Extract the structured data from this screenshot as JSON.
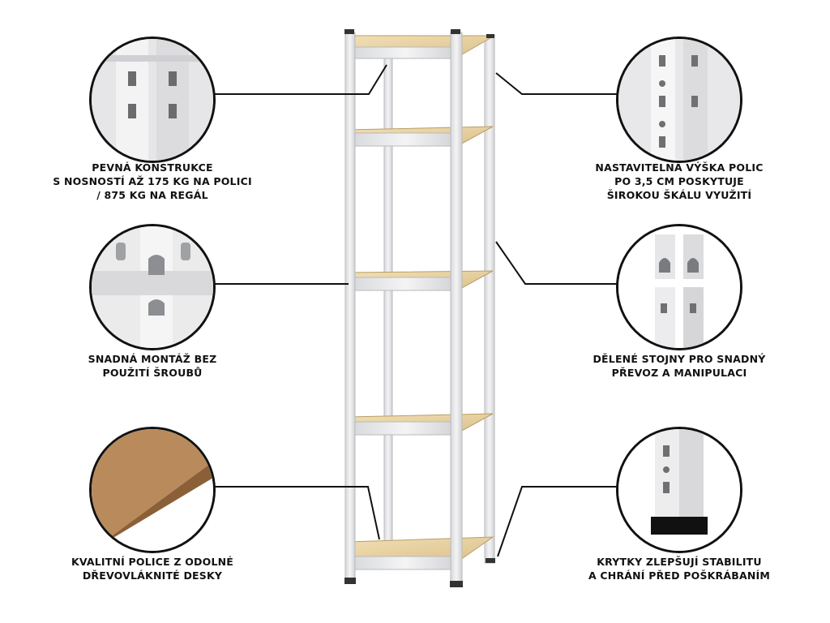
{
  "features": {
    "left_top": {
      "lines": [
        "PEVNÁ KONSTRUKCE",
        "S NOSNOSTÍ AŽ 175 KG NA POLICI",
        "/ 875 KG NA REGÁL"
      ],
      "icon": "metal-upright-detail"
    },
    "left_middle": {
      "lines": [
        "SNADNÁ MONTÁŽ BEZ",
        "POUŽITÍ ŠROUBŮ"
      ],
      "icon": "boltless-joint-detail"
    },
    "left_bottom": {
      "lines": [
        "KVALITNÍ POLICE Z ODOLNÉ",
        "DŘEVOVLÁKNITÉ DESKY"
      ],
      "icon": "fiberboard-edge-detail"
    },
    "right_top": {
      "lines": [
        "NASTAVITELNÁ VÝŠKA POLIC",
        "PO 3,5 CM POSKYTUJE",
        "ŠIROKOU ŠKÁLU VYUŽITÍ"
      ],
      "icon": "slotted-upright-detail"
    },
    "right_middle": {
      "lines": [
        "DĚLENÉ STOJNY PRO SNADNÝ",
        "PŘEVOZ A MANIPULACI"
      ],
      "icon": "split-upright-detail"
    },
    "right_bottom": {
      "lines": [
        "KRYTKY ZLEPŠUJÍ STABILITU",
        "A CHRÁNÍ PŘED POŠKRÁBANÍM"
      ],
      "icon": "foot-cap-detail"
    }
  },
  "colors": {
    "line": "#111111",
    "metal": "#e9e9ea",
    "metal_dark": "#c9cacd",
    "board": "#e8d2a0",
    "board_edge": "#c4a56a"
  }
}
